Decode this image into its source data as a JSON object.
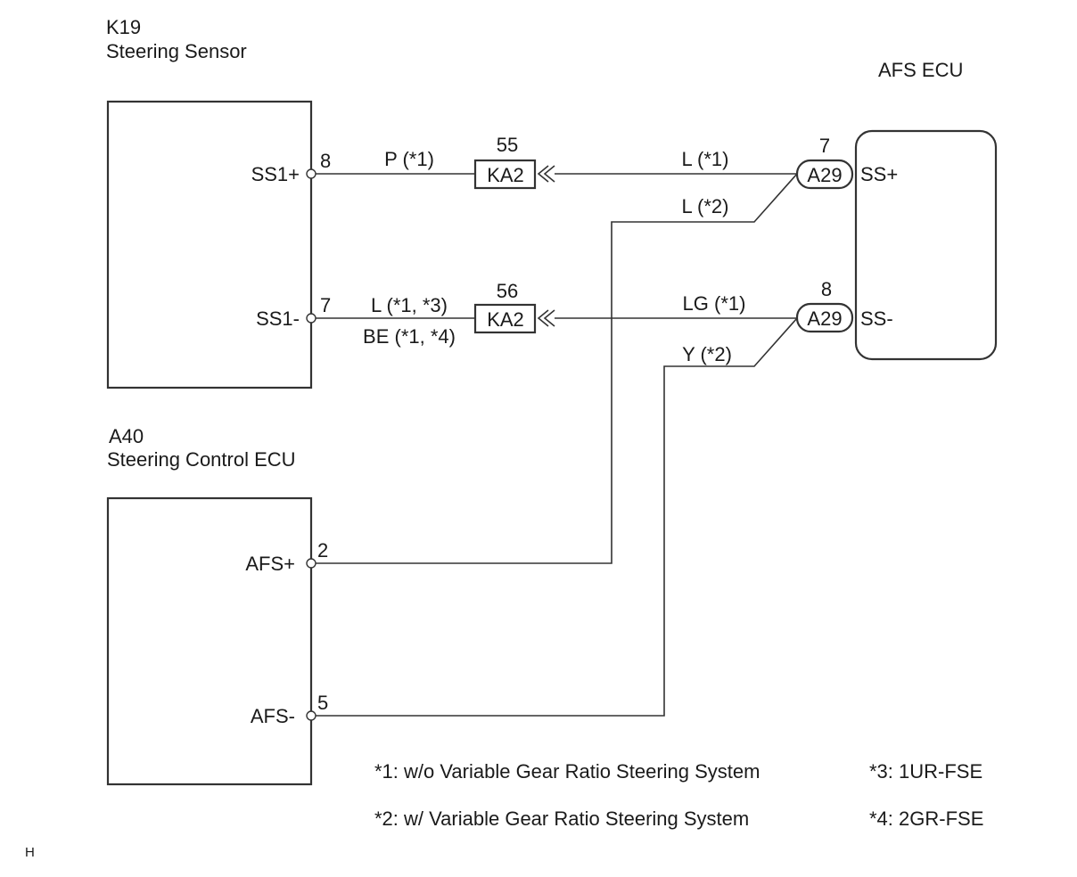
{
  "components": {
    "k19": {
      "code": "K19",
      "name": "Steering Sensor"
    },
    "afs_ecu": {
      "name": "AFS ECU"
    },
    "a40": {
      "code": "A40",
      "name": "Steering Control ECU"
    }
  },
  "pins": {
    "ss1_plus": {
      "label": "SS1+",
      "num": "8"
    },
    "ss1_minus": {
      "label": "SS1-",
      "num": "7"
    },
    "afs_plus": {
      "label": "AFS+",
      "num": "2"
    },
    "afs_minus": {
      "label": "AFS-",
      "num": "5"
    },
    "ss_plus": {
      "label": "SS+",
      "num": "7",
      "connector": "A29"
    },
    "ss_minus": {
      "label": "SS-",
      "num": "8",
      "connector": "A29"
    }
  },
  "junctions": {
    "upper": {
      "code": "KA2",
      "num": "55"
    },
    "lower": {
      "code": "KA2",
      "num": "56"
    }
  },
  "wires": {
    "p1": "P (*1)",
    "l1": "L (*1)",
    "l2": "L (*2)",
    "l13": "L (*1, *3)",
    "be14": "BE (*1, *4)",
    "lg1": "LG (*1)",
    "y2": "Y (*2)"
  },
  "notes": {
    "n1": "*1: w/o Variable  Gear Ratio Steering System",
    "n2": "*2: w/ Variable  Gear Ratio Steering System",
    "n3": "*3: 1UR-FSE",
    "n4": "*4: 2GR-FSE"
  },
  "corner_mark": "H"
}
